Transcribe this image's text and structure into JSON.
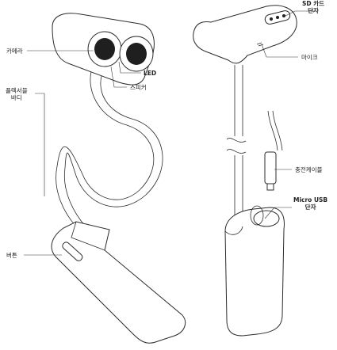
{
  "labels": {
    "camera": "카메라",
    "led": "LED",
    "speaker": "스피커",
    "flex_body_line1": "플렉서블",
    "flex_body_line2": "바디",
    "button": "버튼",
    "sd_slot_line1": "SD 카드",
    "sd_slot_line2": "단자",
    "mic": "마이크",
    "charging_cable": "충전케이블",
    "usb_port_line1": "Micro USB",
    "usb_port_line2": "단자"
  }
}
